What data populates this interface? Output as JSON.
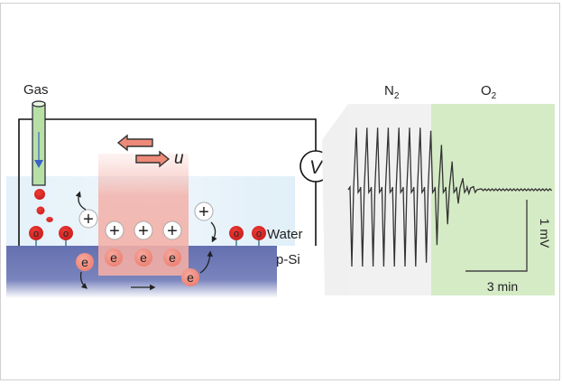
{
  "left_panel": {
    "gas_label": "Gas",
    "velocity_label": "u",
    "voltmeter_label": "V",
    "water_label": "Water",
    "substrate_label": "p-Si",
    "ion_symbol": "+",
    "electron_symbol": "e",
    "molecule_symbol": "o"
  },
  "right_panel": {
    "region_labels": [
      {
        "main": "N",
        "sub": "2"
      },
      {
        "main": "O",
        "sub": "2"
      }
    ],
    "scale_voltage": "1 mV",
    "scale_time": "3 min"
  },
  "colors": {
    "silicon": "#6a75b4",
    "water": "#e4f1f9",
    "droplet_region": "#f4b7b0",
    "oxygen_molecule": "#d82a2a",
    "electron": "#f08a7f",
    "gas_tube": "#b8e0a6",
    "n2_background": "#f2f2f2",
    "o2_background": "#d5ebc6",
    "arrow_fill": "#ee8a78"
  },
  "chart_data": {
    "type": "line",
    "title": "",
    "xlabel": "",
    "ylabel": "",
    "description": "Voltage signal oscillating with constant amplitude under N2, then decaying to a flat line after switching to O2",
    "regions": [
      "N2",
      "O2"
    ],
    "n2_peaks": 8,
    "o2_decaying_peaks": 4,
    "peak_amplitudes_relative": [
      1.0,
      1.0,
      1.0,
      1.0,
      1.0,
      1.0,
      1.0,
      0.95,
      0.72,
      0.45,
      0.18,
      0.05
    ],
    "scale_bar_y": "1 mV",
    "scale_bar_x": "3 min"
  }
}
